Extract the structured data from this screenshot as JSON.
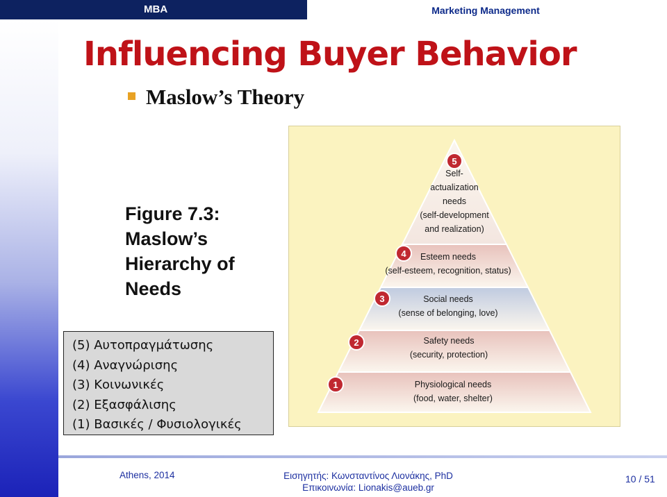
{
  "header": {
    "left_label": "MBA",
    "right_label": "Marketing Management"
  },
  "slide": {
    "title": "Influencing Buyer Behavior",
    "bullet": "Maslow’s Theory",
    "figure_label": [
      "Figure 7.3:",
      "Maslow’s",
      "Hierarchy of",
      "Needs"
    ]
  },
  "pyramid": {
    "levels": [
      {
        "number": "5",
        "lines": [
          "Self-",
          "actualization",
          "needs",
          "(self-development",
          "and realization)"
        ]
      },
      {
        "number": "4",
        "lines": [
          "Esteem needs",
          "(self-esteem, recognition, status)"
        ]
      },
      {
        "number": "3",
        "lines": [
          "Social needs",
          "(sense of belonging, love)"
        ]
      },
      {
        "number": "2",
        "lines": [
          "Safety needs",
          "(security, protection)"
        ]
      },
      {
        "number": "1",
        "lines": [
          "Physiological needs",
          "(food, water, shelter)"
        ]
      }
    ],
    "colors": {
      "panel": "#fbf3c0",
      "badge": "#c02830",
      "tier_dark": "#e8c2bc",
      "tier_light": "#fbf6ee",
      "tier_blue": "#c0cbe0",
      "text": "#1a1a1a"
    }
  },
  "greek_legend": [
    "(5) Αυτοπραγμάτωσης",
    "(4) Αναγνώρισης",
    "(3) Κοινωνικές",
    "(2) Εξασφάλισης",
    "(1) Βασικές / Φυσιολογικές"
  ],
  "footer": {
    "city": "Athens, 2014",
    "author": "Εισηγητής: Κωνσταντίνος Λιονάκης, PhD",
    "contact": "Επικοινωνία: Lionakis@aueb.gr",
    "page": "10 / 51"
  }
}
